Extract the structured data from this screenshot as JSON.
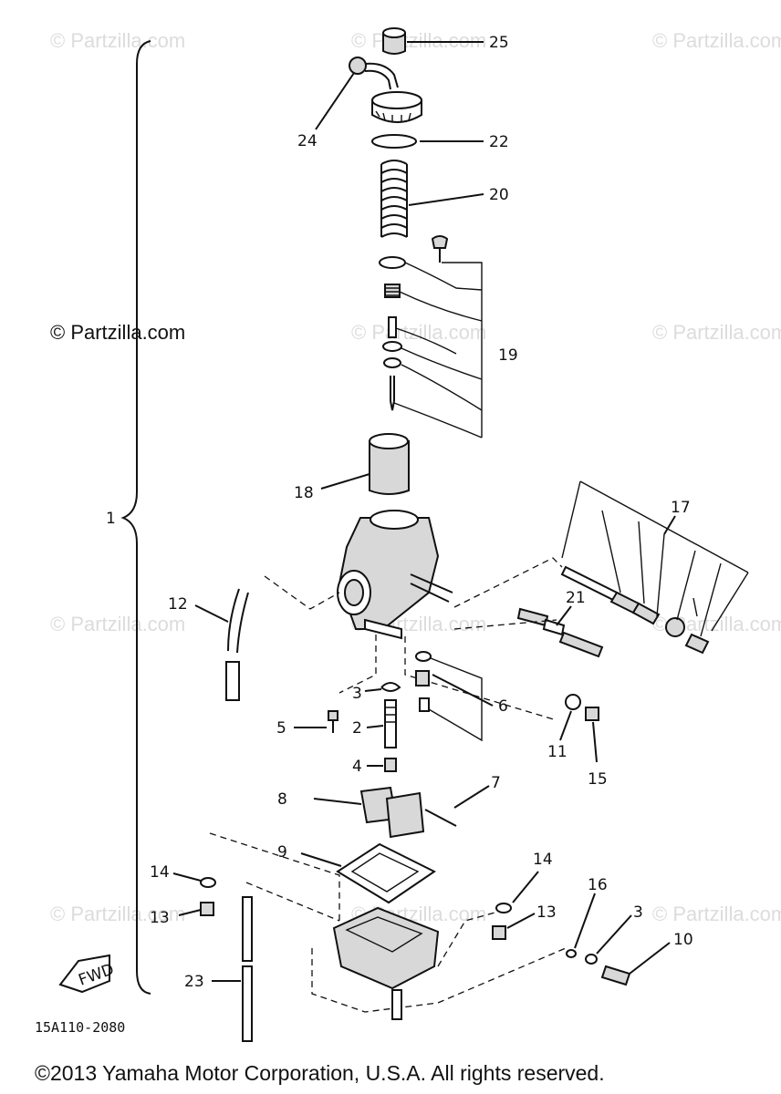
{
  "watermarks": [
    "© Partzilla.com",
    "© Partzilla.com",
    "© Partzilla.com",
    "© Partzilla.com",
    "© Partzilla.com",
    "© Partzilla.com",
    "© Partzilla.com",
    "© Partzilla.com",
    "© Partzilla.com",
    "© Partzilla.com",
    "© Partzilla.com",
    "© Partzilla.com"
  ],
  "assembly_bracket_label": "1",
  "labels": {
    "p25": "25",
    "p24": "24",
    "p22": "22",
    "p20": "20",
    "p19": "19",
    "p18": "18",
    "p17": "17",
    "p12": "12",
    "p21": "21",
    "p3a": "3",
    "p6": "6",
    "p5": "5",
    "p2": "2",
    "p4": "4",
    "p11": "11",
    "p15": "15",
    "p8": "8",
    "p7": "7",
    "p9": "9",
    "p14a": "14",
    "p14b": "14",
    "p13a": "13",
    "p13b": "13",
    "p16": "16",
    "p3b": "3",
    "p10": "10",
    "p23": "23"
  },
  "fwd_label": "FWD",
  "diagram_code": "15A110-2080",
  "copyright": "©2013 Yamaha Motor Corporation, U.S.A. All rights reserved."
}
